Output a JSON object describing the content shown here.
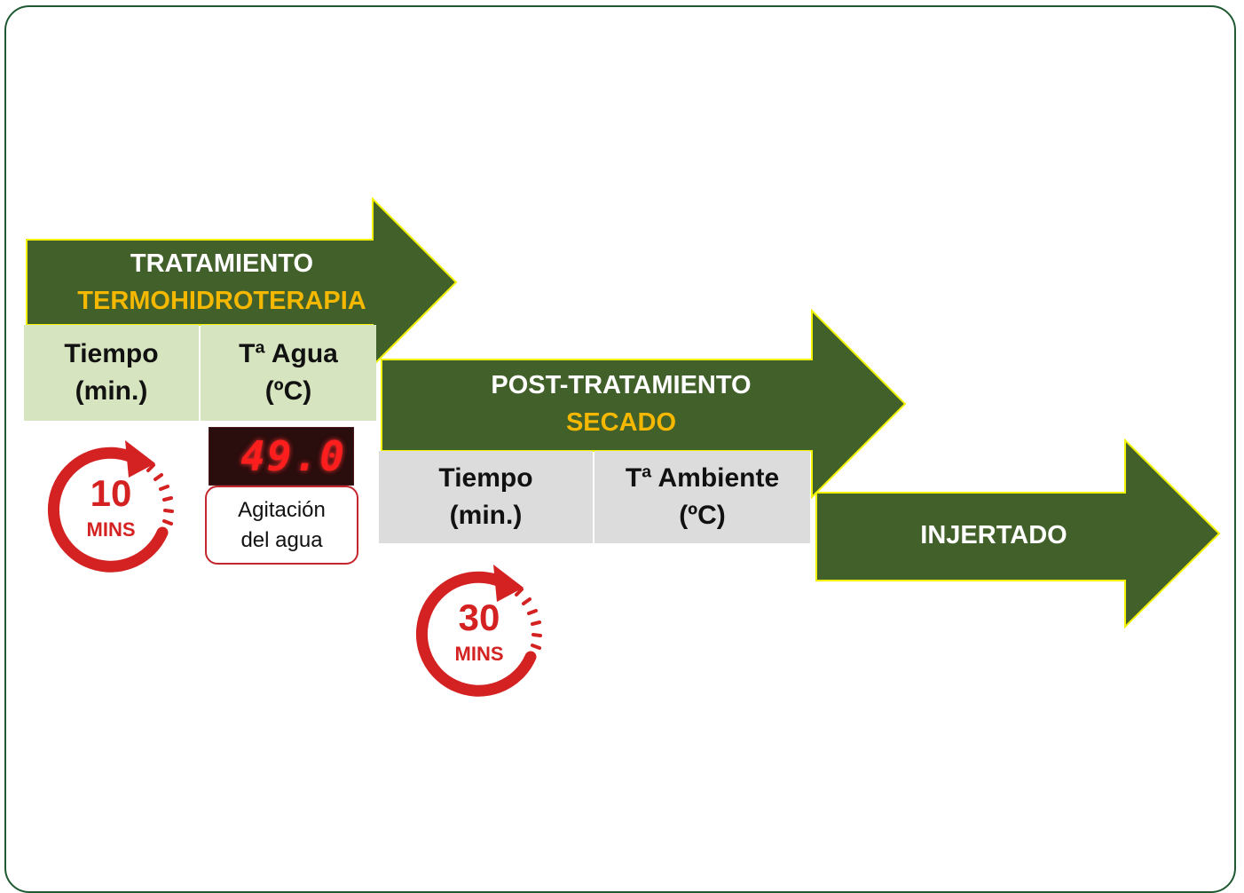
{
  "stage1": {
    "title": "TRATAMIENTO",
    "subtitle": "TERMOHIDROTERAPIA",
    "col1": [
      "Tiempo",
      "(min.)"
    ],
    "col2": [
      "Tª Agua",
      "(ºC)"
    ],
    "timer": {
      "value": "10",
      "unit": "MINS"
    },
    "display_value": "49.0",
    "note": [
      "Agitación",
      "del agua"
    ]
  },
  "stage2": {
    "title": "POST-TRATAMIENTO",
    "subtitle": "SECADO",
    "col1": [
      "Tiempo",
      "(min.)"
    ],
    "col2": [
      "Tª Ambiente",
      "(ºC)"
    ],
    "timer": {
      "value": "30",
      "unit": "MINS"
    }
  },
  "stage3": {
    "title": "INJERTADO"
  },
  "colors": {
    "arrow_fill": "#42602a",
    "arrow_outline": "#f2f200",
    "accent_text": "#f5b800",
    "timer_red": "#d42222",
    "frame": "#1f5a32"
  }
}
